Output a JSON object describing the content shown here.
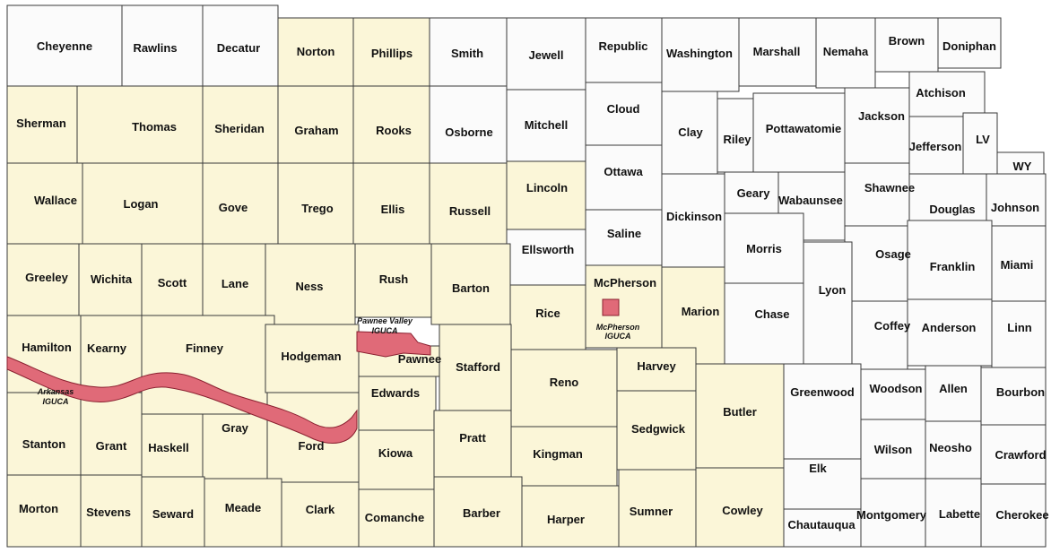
{
  "colors": {
    "yellow_county": "#fbf6d8",
    "white_county": "#fbfbfb",
    "border": "#3a3a3a",
    "iguca": "#e06a78",
    "iguca_border": "#8a2030"
  },
  "counties": [
    {
      "name": "Cheyenne",
      "shade": "white"
    },
    {
      "name": "Rawlins",
      "shade": "white"
    },
    {
      "name": "Decatur",
      "shade": "white"
    },
    {
      "name": "Norton",
      "shade": "yellow"
    },
    {
      "name": "Phillips",
      "shade": "yellow"
    },
    {
      "name": "Smith",
      "shade": "white"
    },
    {
      "name": "Jewell",
      "shade": "white"
    },
    {
      "name": "Republic",
      "shade": "white"
    },
    {
      "name": "Washington",
      "shade": "white"
    },
    {
      "name": "Marshall",
      "shade": "white"
    },
    {
      "name": "Nemaha",
      "shade": "white"
    },
    {
      "name": "Brown",
      "shade": "white"
    },
    {
      "name": "Doniphan",
      "shade": "white"
    },
    {
      "name": "Sherman",
      "shade": "yellow"
    },
    {
      "name": "Thomas",
      "shade": "yellow"
    },
    {
      "name": "Sheridan",
      "shade": "yellow"
    },
    {
      "name": "Graham",
      "shade": "yellow"
    },
    {
      "name": "Rooks",
      "shade": "yellow"
    },
    {
      "name": "Osborne",
      "shade": "white"
    },
    {
      "name": "Mitchell",
      "shade": "white"
    },
    {
      "name": "Cloud",
      "shade": "white"
    },
    {
      "name": "Clay",
      "shade": "white"
    },
    {
      "name": "Riley",
      "shade": "white"
    },
    {
      "name": "Pottawatomie",
      "shade": "white"
    },
    {
      "name": "Jackson",
      "shade": "white"
    },
    {
      "name": "Atchison",
      "shade": "white"
    },
    {
      "name": "Jefferson",
      "shade": "white"
    },
    {
      "name": "LV",
      "shade": "white"
    },
    {
      "name": "WY",
      "shade": "white"
    },
    {
      "name": "Wallace",
      "shade": "yellow"
    },
    {
      "name": "Logan",
      "shade": "yellow"
    },
    {
      "name": "Gove",
      "shade": "yellow"
    },
    {
      "name": "Trego",
      "shade": "yellow"
    },
    {
      "name": "Ellis",
      "shade": "yellow"
    },
    {
      "name": "Russell",
      "shade": "yellow"
    },
    {
      "name": "Lincoln",
      "shade": "yellow"
    },
    {
      "name": "Ottawa",
      "shade": "white"
    },
    {
      "name": "Dickinson",
      "shade": "white"
    },
    {
      "name": "Geary",
      "shade": "white"
    },
    {
      "name": "Wabaunsee",
      "shade": "white"
    },
    {
      "name": "Shawnee",
      "shade": "white"
    },
    {
      "name": "Douglas",
      "shade": "white"
    },
    {
      "name": "Johnson",
      "shade": "white"
    },
    {
      "name": "Saline",
      "shade": "white"
    },
    {
      "name": "Ellsworth",
      "shade": "white"
    },
    {
      "name": "Morris",
      "shade": "white"
    },
    {
      "name": "Osage",
      "shade": "white"
    },
    {
      "name": "Franklin",
      "shade": "white"
    },
    {
      "name": "Miami",
      "shade": "white"
    },
    {
      "name": "Greeley",
      "shade": "yellow"
    },
    {
      "name": "Wichita",
      "shade": "yellow"
    },
    {
      "name": "Scott",
      "shade": "yellow"
    },
    {
      "name": "Lane",
      "shade": "yellow"
    },
    {
      "name": "Ness",
      "shade": "yellow"
    },
    {
      "name": "Rush",
      "shade": "yellow"
    },
    {
      "name": "Barton",
      "shade": "yellow"
    },
    {
      "name": "McPherson",
      "shade": "yellow"
    },
    {
      "name": "Marion",
      "shade": "yellow"
    },
    {
      "name": "Lyon",
      "shade": "white"
    },
    {
      "name": "Rice",
      "shade": "yellow"
    },
    {
      "name": "Chase",
      "shade": "white"
    },
    {
      "name": "Coffey",
      "shade": "white"
    },
    {
      "name": "Anderson",
      "shade": "white"
    },
    {
      "name": "Linn",
      "shade": "white"
    },
    {
      "name": "Hamilton",
      "shade": "yellow"
    },
    {
      "name": "Kearny",
      "shade": "yellow"
    },
    {
      "name": "Finney",
      "shade": "yellow"
    },
    {
      "name": "Hodgeman",
      "shade": "yellow"
    },
    {
      "name": "Pawnee",
      "shade": "yellow"
    },
    {
      "name": "Stafford",
      "shade": "yellow"
    },
    {
      "name": "Reno",
      "shade": "yellow"
    },
    {
      "name": "Harvey",
      "shade": "yellow"
    },
    {
      "name": "Edwards",
      "shade": "yellow"
    },
    {
      "name": "Greenwood",
      "shade": "white"
    },
    {
      "name": "Woodson",
      "shade": "white"
    },
    {
      "name": "Allen",
      "shade": "white"
    },
    {
      "name": "Bourbon",
      "shade": "white"
    },
    {
      "name": "Butler",
      "shade": "yellow"
    },
    {
      "name": "Gray",
      "shade": "yellow"
    },
    {
      "name": "Sedgwick",
      "shade": "yellow"
    },
    {
      "name": "Stanton",
      "shade": "yellow"
    },
    {
      "name": "Grant",
      "shade": "yellow"
    },
    {
      "name": "Haskell",
      "shade": "yellow"
    },
    {
      "name": "Ford",
      "shade": "yellow"
    },
    {
      "name": "Kiowa",
      "shade": "yellow"
    },
    {
      "name": "Pratt",
      "shade": "yellow"
    },
    {
      "name": "Kingman",
      "shade": "yellow"
    },
    {
      "name": "Wilson",
      "shade": "white"
    },
    {
      "name": "Neosho",
      "shade": "white"
    },
    {
      "name": "Crawford",
      "shade": "white"
    },
    {
      "name": "Elk",
      "shade": "white"
    },
    {
      "name": "Morton",
      "shade": "yellow"
    },
    {
      "name": "Stevens",
      "shade": "yellow"
    },
    {
      "name": "Seward",
      "shade": "yellow"
    },
    {
      "name": "Meade",
      "shade": "yellow"
    },
    {
      "name": "Clark",
      "shade": "yellow"
    },
    {
      "name": "Comanche",
      "shade": "yellow"
    },
    {
      "name": "Barber",
      "shade": "yellow"
    },
    {
      "name": "Harper",
      "shade": "yellow"
    },
    {
      "name": "Sumner",
      "shade": "yellow"
    },
    {
      "name": "Cowley",
      "shade": "yellow"
    },
    {
      "name": "Chautauqua",
      "shade": "white"
    },
    {
      "name": "Montgomery",
      "shade": "white"
    },
    {
      "name": "Labette",
      "shade": "white"
    },
    {
      "name": "Cherokee",
      "shade": "white"
    }
  ],
  "igucas": [
    {
      "name": "Arkansas IGUCA",
      "lines": [
        "Arkansas",
        "IGUCA"
      ]
    },
    {
      "name": "Pawnee Valley IGUCA",
      "lines": [
        "Pawnee Valley",
        "IGUCA"
      ]
    },
    {
      "name": "McPherson IGUCA",
      "lines": [
        "McPherson",
        "IGUCA"
      ]
    }
  ]
}
